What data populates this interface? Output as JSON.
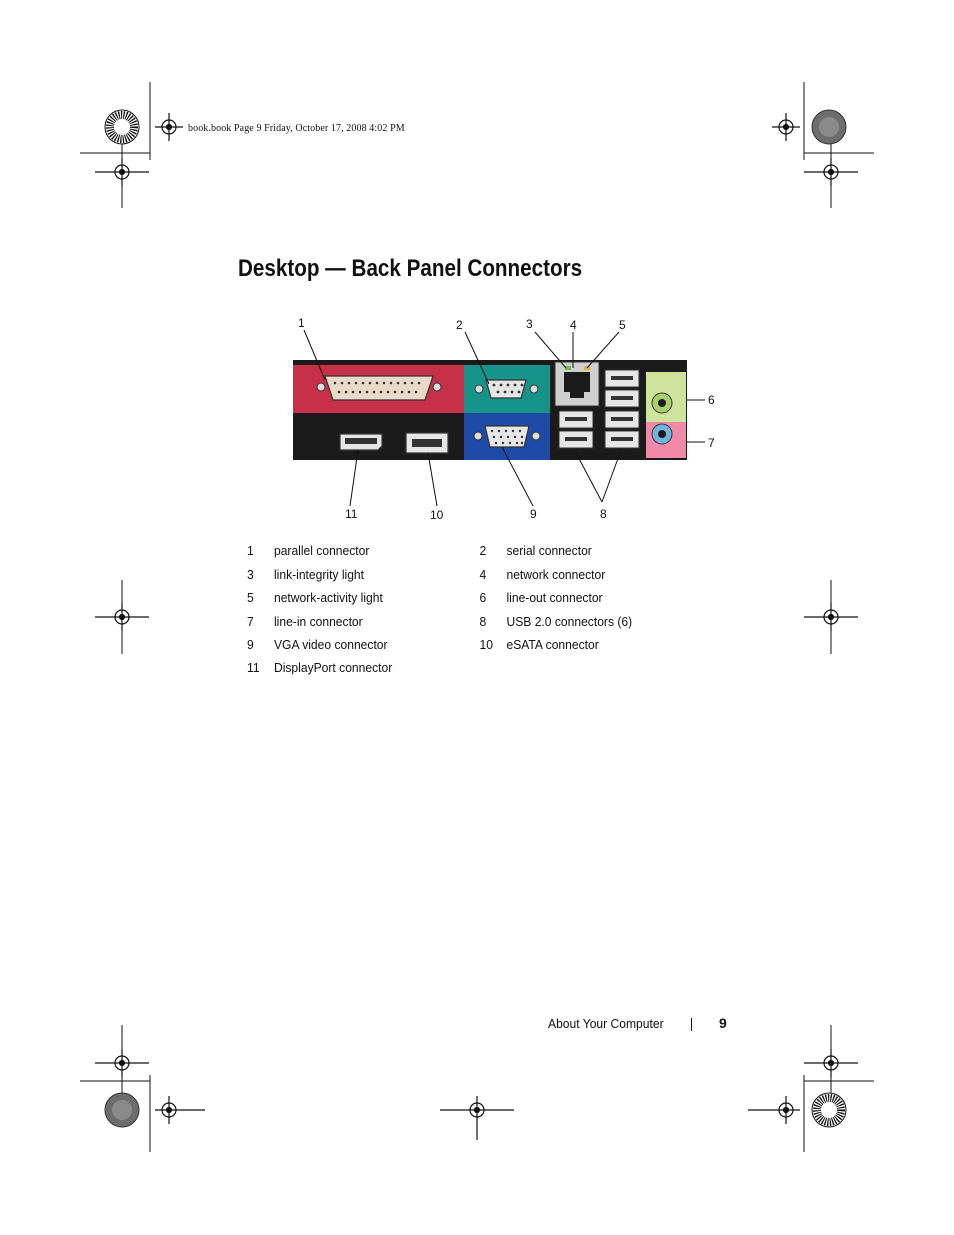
{
  "print_header": "book.book  Page 9  Friday, October 17, 2008  4:02 PM",
  "title": "Desktop — Back Panel Connectors",
  "figure": {
    "callouts": {
      "c1": "1",
      "c2": "2",
      "c3": "3",
      "c4": "4",
      "c5": "5",
      "c6": "6",
      "c7": "7",
      "c8": "8",
      "c9": "9",
      "c10": "10",
      "c11": "11"
    },
    "panel_colors": {
      "parallel": "#c8304a",
      "serial": "#16948a",
      "vga": "#1e4aa8",
      "panel": "#1b1b1b",
      "line_out": "#a9cf6a",
      "line_in": "#6fb5e0",
      "mic": "#f08aa8"
    }
  },
  "legend": [
    {
      "n1": "1",
      "l1": "parallel connector",
      "n2": "2",
      "l2": "serial connector"
    },
    {
      "n1": "3",
      "l1": "link-integrity light",
      "n2": "4",
      "l2": "network connector"
    },
    {
      "n1": "5",
      "l1": "network-activity light",
      "n2": "6",
      "l2": "line-out connector"
    },
    {
      "n1": "7",
      "l1": "line-in connector",
      "n2": "8",
      "l2": "USB 2.0 connectors (6)"
    },
    {
      "n1": "9",
      "l1": "VGA video connector",
      "n2": "10",
      "l2": "eSATA connector"
    },
    {
      "n1": "11",
      "l1": "DisplayPort connector",
      "n2": "",
      "l2": ""
    }
  ],
  "footer": {
    "section": "About Your Computer",
    "page": "9"
  }
}
